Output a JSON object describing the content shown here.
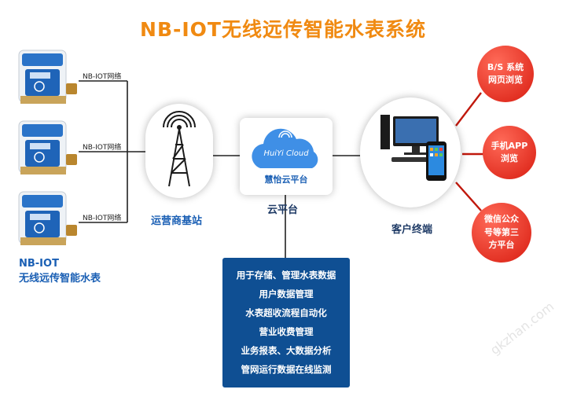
{
  "title": "NB-IOT无线远传智能水表系统",
  "meters": {
    "network_labels": [
      "NB-IOT网络",
      "NB-IOT网络",
      "NB-IOT网络"
    ],
    "caption_line1": "NB-IOT",
    "caption_line2": "无线远传智能水表"
  },
  "base_station": {
    "caption": "运营商基站"
  },
  "cloud": {
    "logo_text": "HuiYi Cloud",
    "name": "慧怡云平台",
    "caption": "云平台"
  },
  "client": {
    "caption": "客户终端"
  },
  "outputs": [
    {
      "label": "B/S 系统\n网页浏览",
      "color_light": "#ff5a4a",
      "color_dark": "#d81c10"
    },
    {
      "label": "手机APP\n浏览",
      "color_light": "#ff5a4a",
      "color_dark": "#d81c10"
    },
    {
      "label": "微信公众\n号等第三\n方平台",
      "color_light": "#ff5a4a",
      "color_dark": "#d81c10"
    }
  ],
  "features": [
    "用于存储、管理水表数据",
    "用户数据管理",
    "水表超收流程自动化",
    "营业收费管理",
    "业务报表、大数据分析",
    "管网运行数据在线监测"
  ],
  "watermark": "gkzhan.com",
  "colors": {
    "title": "#f08a12",
    "caption": "#1a5fb4",
    "feature_box": "#0f4f93",
    "bubble_red": "#e8281a"
  }
}
